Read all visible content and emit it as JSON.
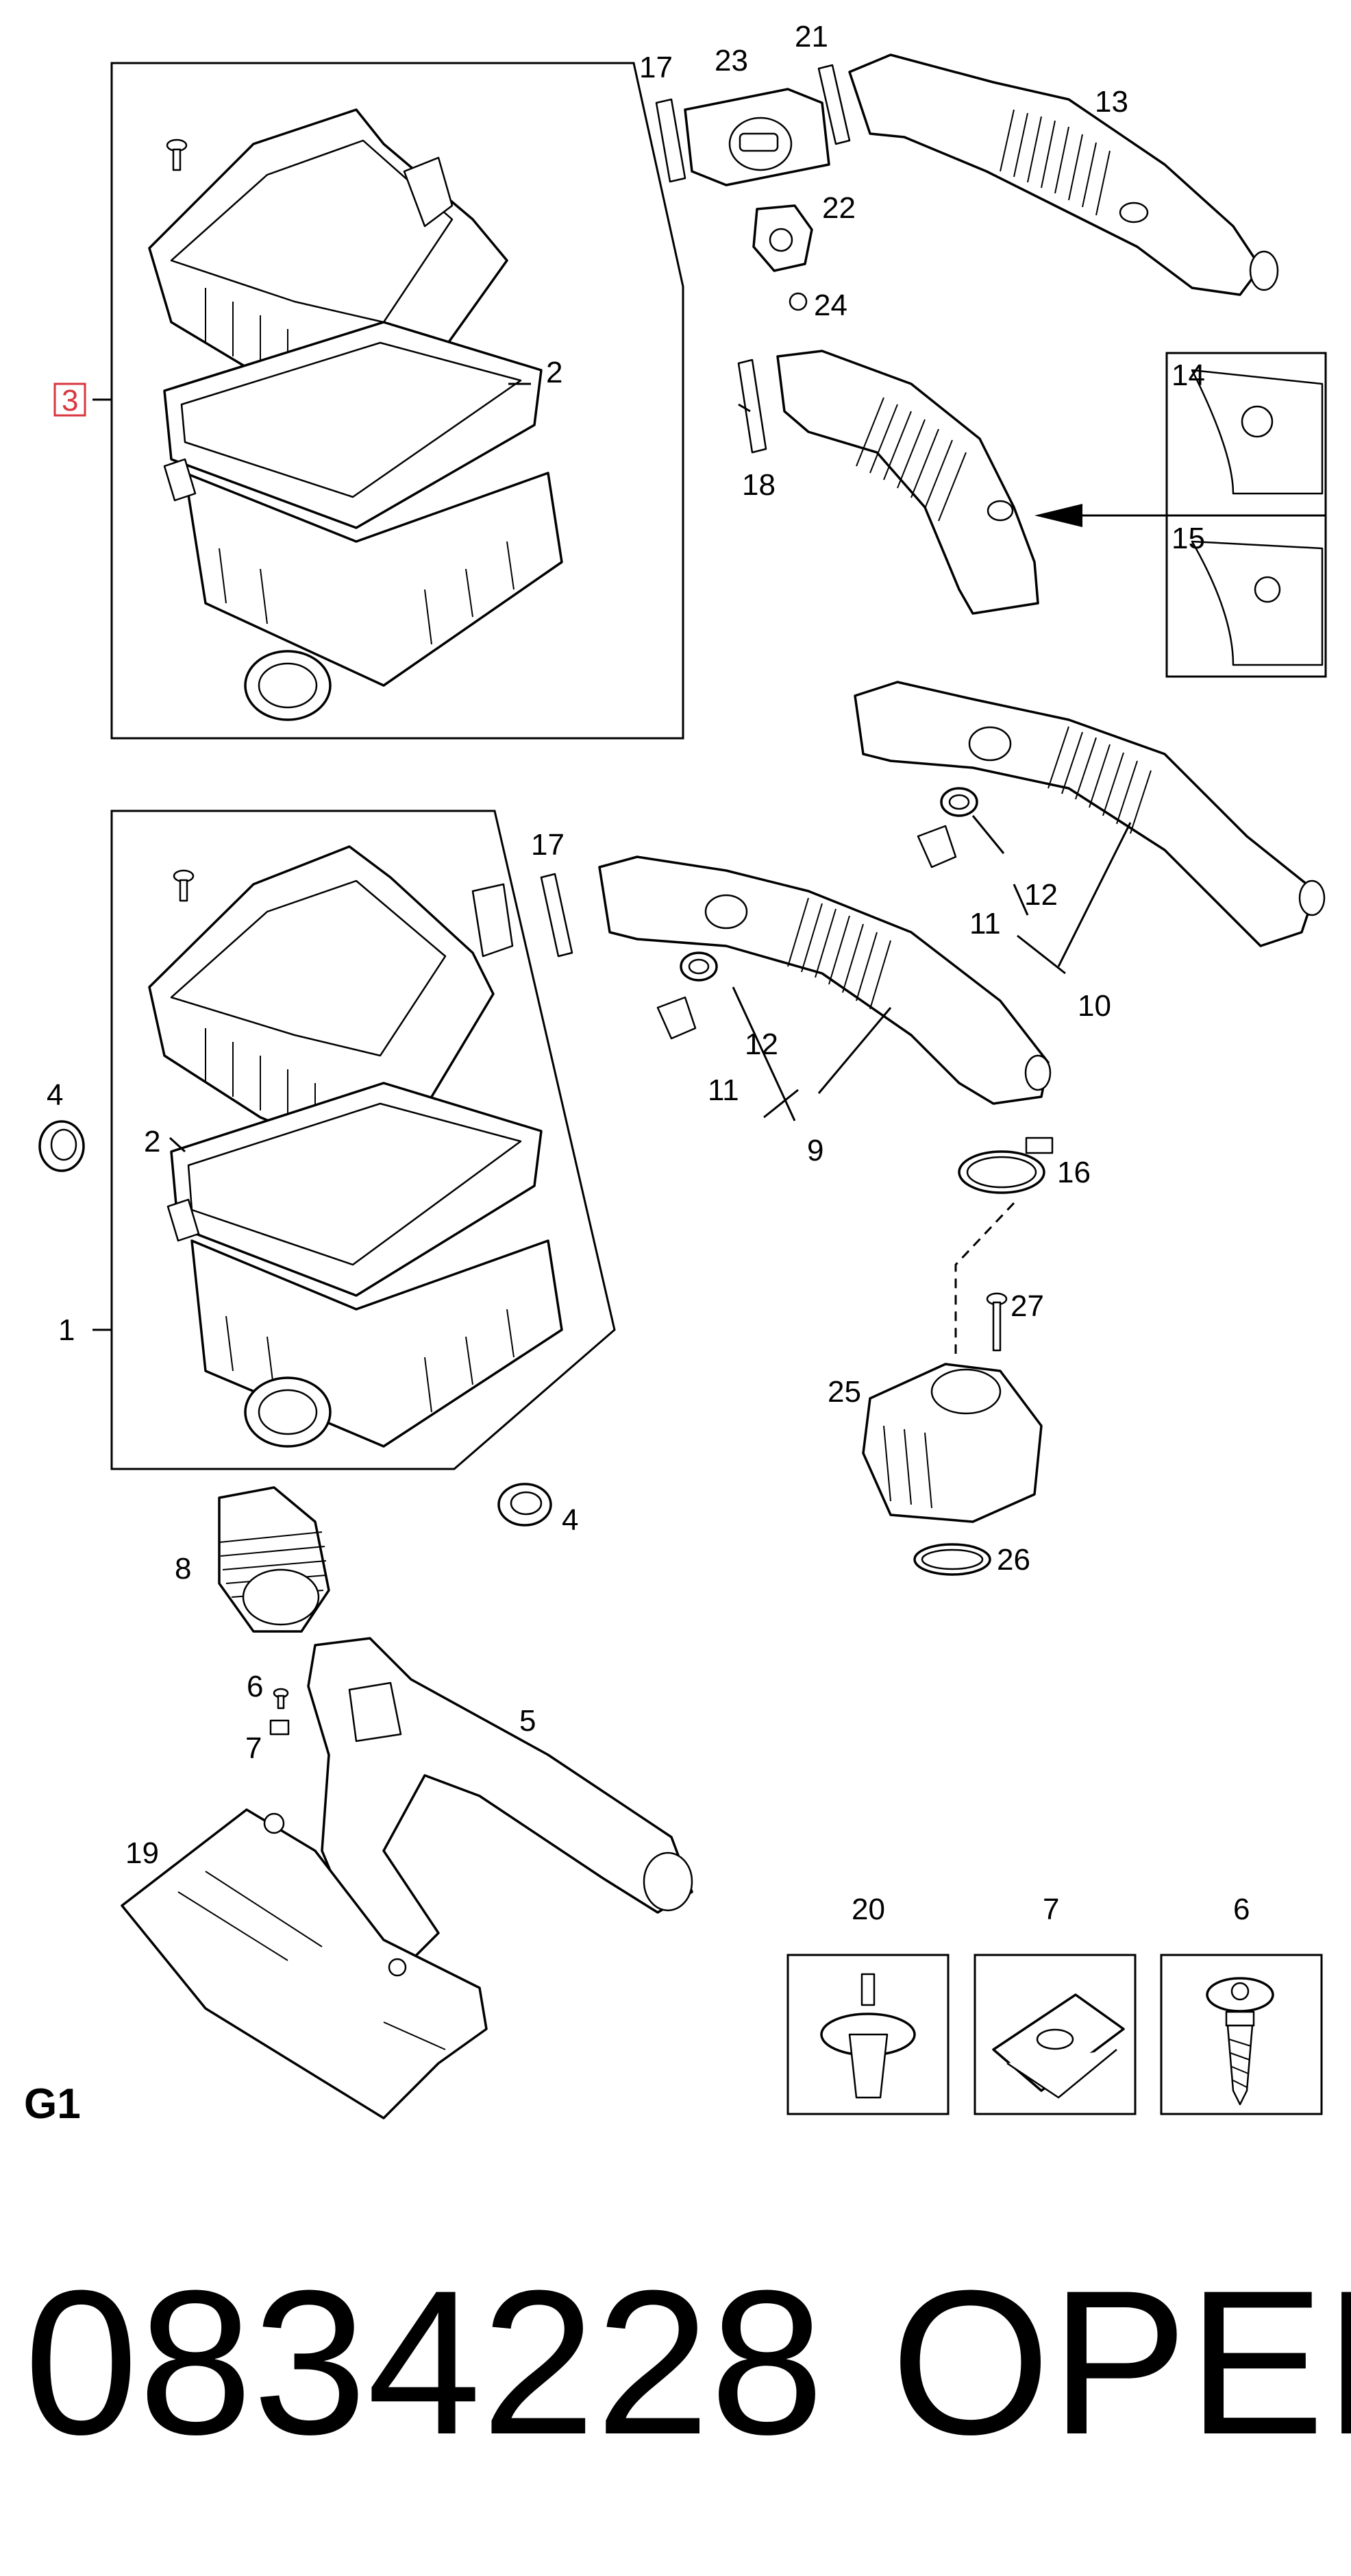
{
  "diagram": {
    "group_code": "G1",
    "part_number": "0834228",
    "brand": "OPEL",
    "highlighted_callout": "3",
    "callouts": {
      "c1": "1",
      "c2a": "2",
      "c2b": "2",
      "c3": "3",
      "c4a": "4",
      "c4b": "4",
      "c5": "5",
      "c6a": "6",
      "c6b": "6",
      "c7a": "7",
      "c7b": "7",
      "c8": "8",
      "c9": "9",
      "c10": "10",
      "c11a": "11",
      "c11b": "11",
      "c12a": "12",
      "c12b": "12",
      "c13": "13",
      "c14": "14",
      "c15": "15",
      "c16": "16",
      "c17a": "17",
      "c17b": "17",
      "c18": "18",
      "c19": "19",
      "c20": "20",
      "c21": "21",
      "c22": "22",
      "c23": "23",
      "c24": "24",
      "c25": "25",
      "c26": "26",
      "c27": "27"
    }
  }
}
